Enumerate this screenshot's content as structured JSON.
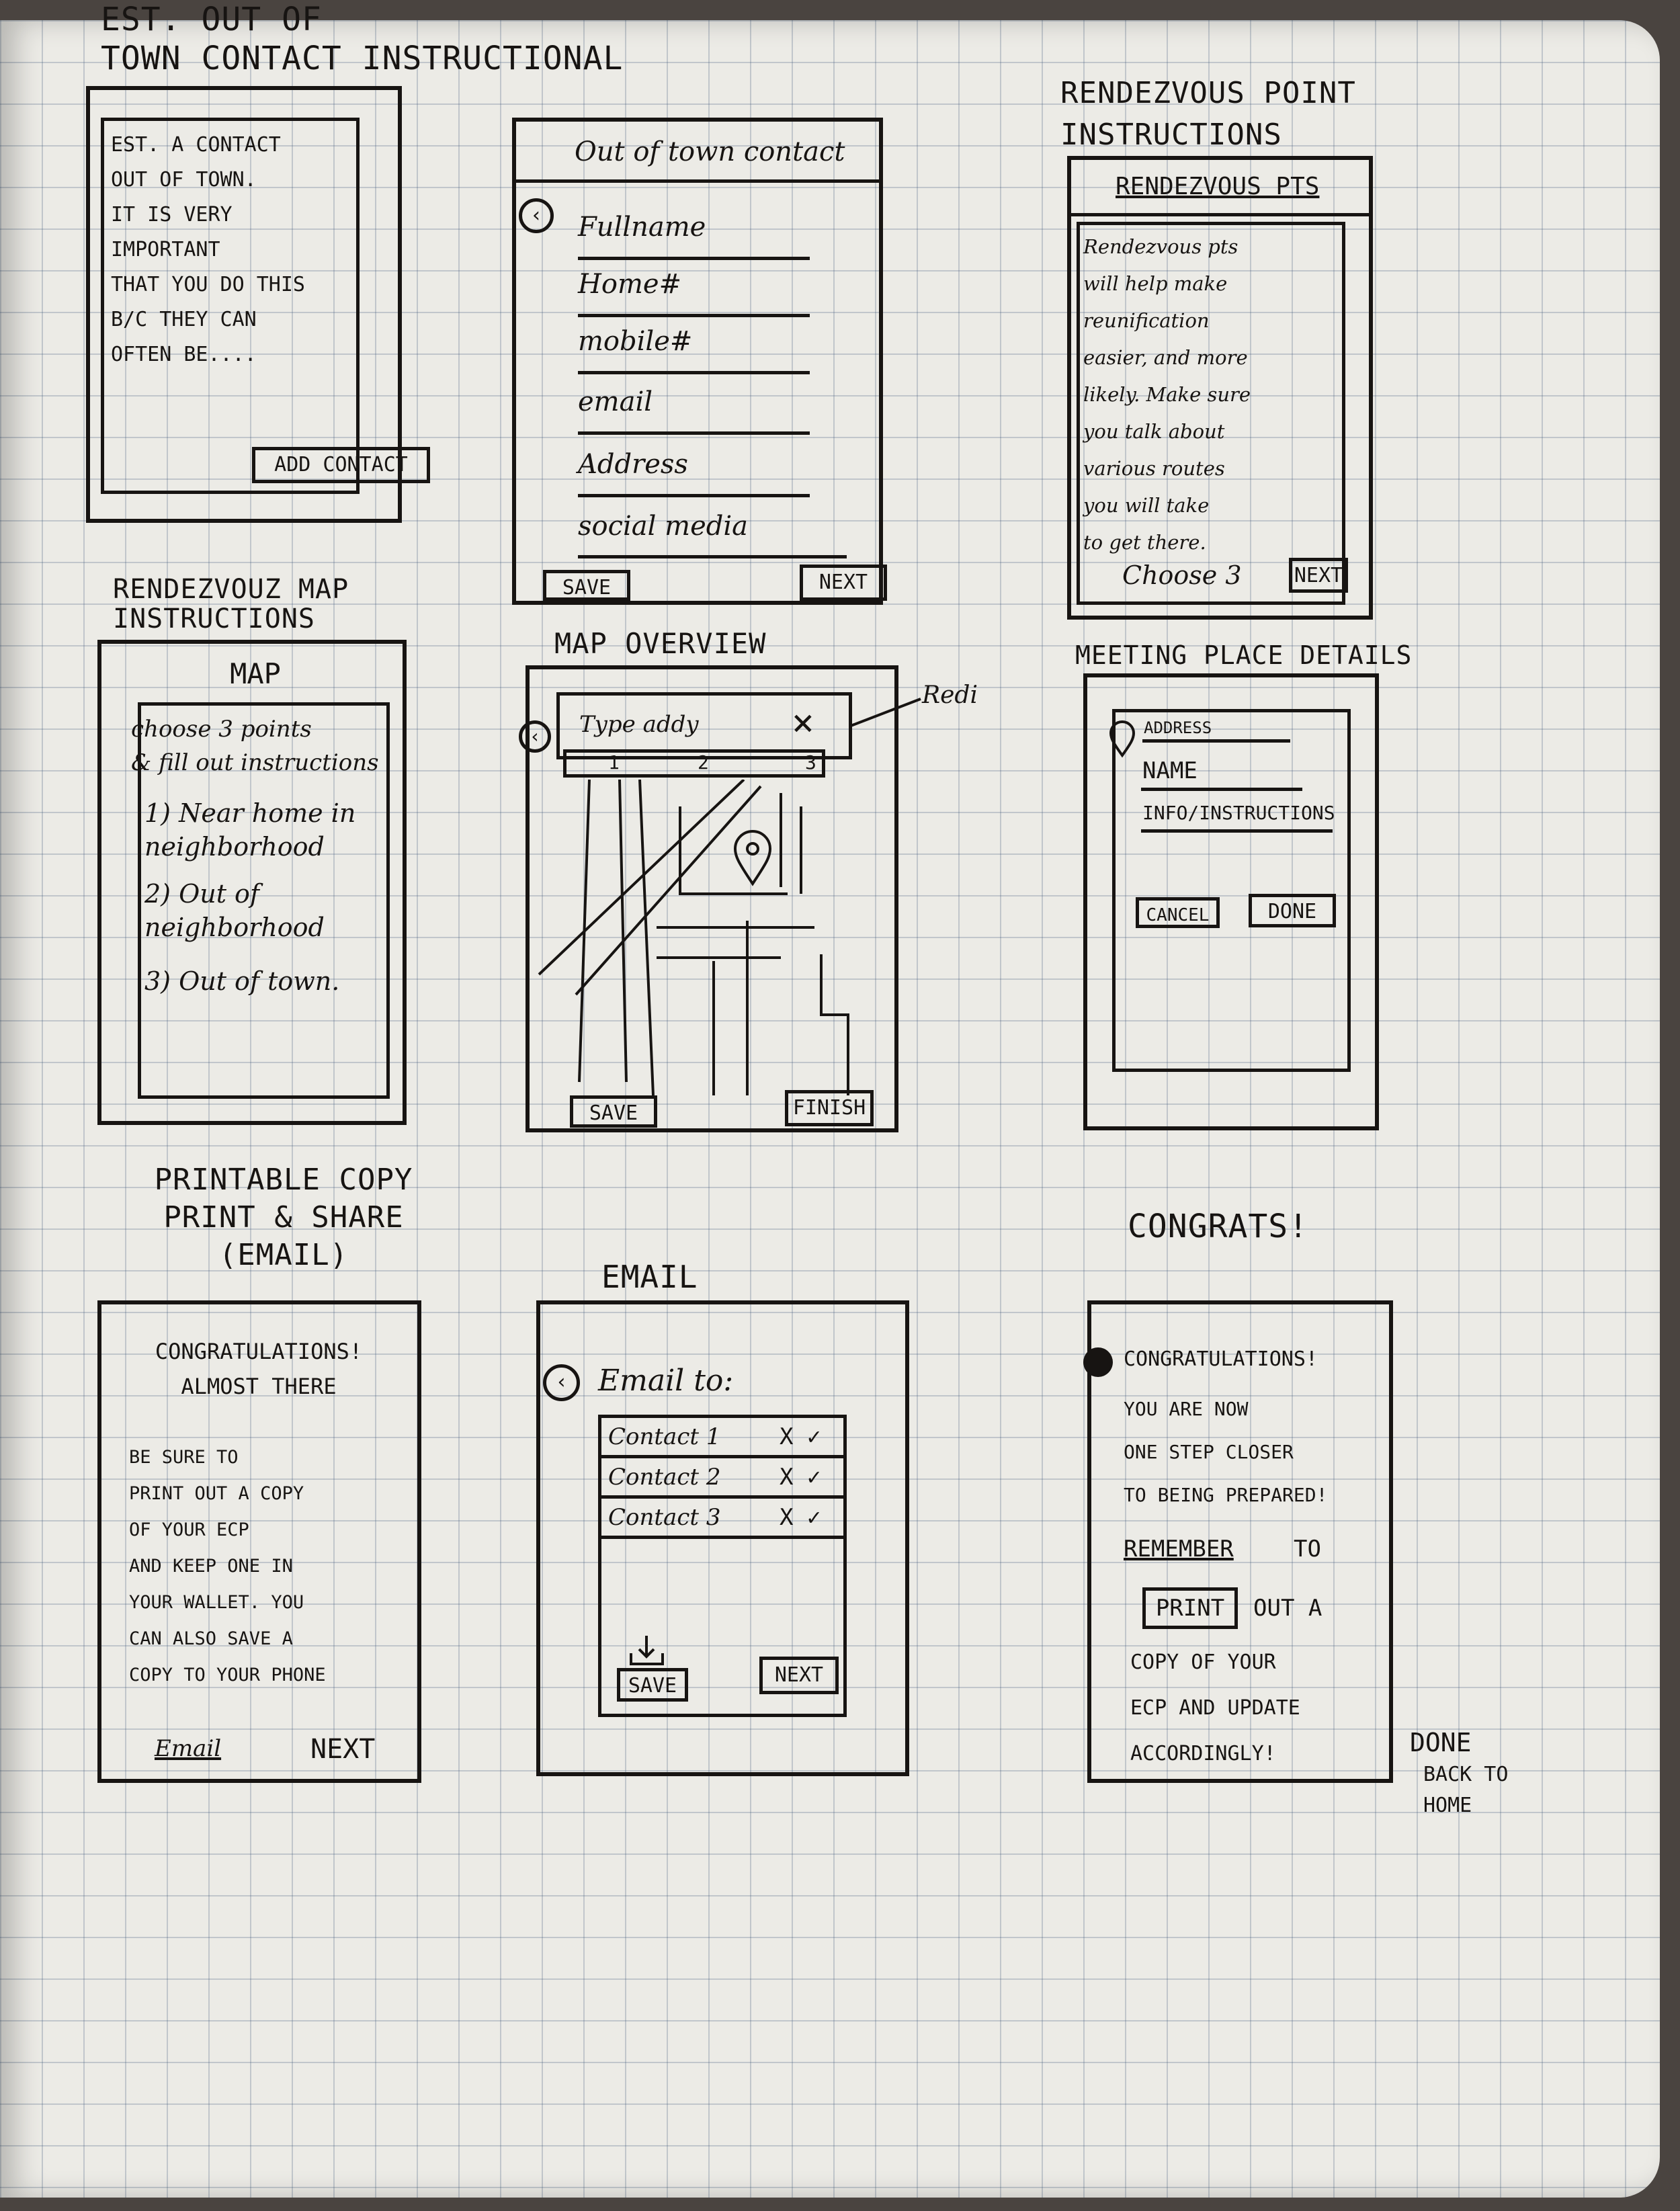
{
  "colors": {
    "ink": "#171412",
    "paper": "#ecebe6",
    "grid": "#5a7aa0"
  },
  "panels": {
    "p1": {
      "heading": "Est. out of\ntown contact instructional",
      "body": "Est. a contact\nout of town.\nIt is very\nimportant\nthat you do this\nb/c they can\noften be....",
      "button": "Add Contact"
    },
    "p2": {
      "title": "Out of town contact",
      "back_icon": "back-arrow-icon",
      "fields": [
        "Fullname",
        "Home#",
        "mobile#",
        "email",
        "Address",
        "social media"
      ],
      "save": "Save",
      "next": "Next"
    },
    "p3": {
      "heading": "Rendezvous point\ninstructions",
      "title": "Rendezvous pts",
      "body": "Rendezvous pts\nwill help make\nreunification\neasier, and more\nlikely. Make sure\nyou talk about\nvarious routes\nyou will take\nto get there.",
      "choose": "Choose 3",
      "next": "Next"
    },
    "p4": {
      "heading": "Rendezvouz map\ninstructions",
      "title": "Map",
      "intro": "choose 3 points\n& fill out instructions",
      "items": [
        "1) Near home in\nneighborhood",
        "2) Out of\nneighborhood",
        "3) Out of town."
      ]
    },
    "p5": {
      "heading": "Map overview",
      "search": "Type addy",
      "close": "×",
      "tabs": [
        "1",
        "2",
        "3"
      ],
      "annotation": "Redi",
      "save": "Save",
      "finish": "Finish"
    },
    "p6": {
      "heading": "Meeting place details",
      "fields": [
        "Address",
        "Name",
        "Info/Instructions"
      ],
      "cancel": "Cancel",
      "done": "Done"
    },
    "p7": {
      "heading": "Printable copy\nPrint & share\n(email)",
      "title": "Congratulations!\nAlmost there",
      "body": "Be sure to\nprint out a copy\nof your ECP\nand keep one in\nyour wallet. You\ncan also save a\ncopy to your phone",
      "email": "Email",
      "next": "Next"
    },
    "p8": {
      "heading": "Email",
      "back_icon": "back-arrow-icon",
      "label": "Email to:",
      "contacts": [
        "Contact 1",
        "Contact 2",
        "Contact 3"
      ],
      "row_mark": "x ✓",
      "save": "Save",
      "next": "Next"
    },
    "p9": {
      "heading": "Congrats!",
      "l1": "Congratulations!",
      "l2": "You are now\none step closer\nto being prepared!",
      "remember": "Remember",
      "to": "to",
      "print": "Print",
      "l3": "out a",
      "l4": "copy of your\nECP and update\naccordingly!",
      "done": "Done",
      "back": "Back to\nhome"
    }
  }
}
